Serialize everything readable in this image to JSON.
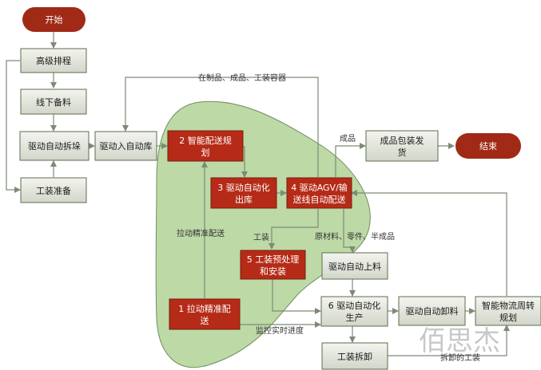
{
  "colors": {
    "terminal": "#a02a15",
    "red_node": "#b52b17",
    "gray_node_top": "#f2f3ee",
    "gray_node_bottom": "#d5d8cc",
    "gray_border": "#5b6e4f",
    "blob_fill": "#bcd9a6",
    "blob_stroke": "#6f8f5e",
    "arrow": "#7d8a75"
  },
  "nodes": {
    "start": "开始",
    "end": "结束",
    "advanced_scheduling": "高级排程",
    "offline_kitting": "线下备料",
    "auto_unstack": "驱动自动拆垛",
    "tooling_prep": "工装准备",
    "auto_warehouse_in": "驱动入自动库",
    "smart_delivery_plan": [
      "2 智能配送规",
      "划"
    ],
    "auto_outbound": [
      "3 驱动自动化",
      "出库"
    ],
    "agv_delivery": [
      "4 驱动AGV/输",
      "送线自动配送"
    ],
    "finished_packing": [
      "成品包装发",
      "货"
    ],
    "tooling_preprocess": [
      "5 工装预处理",
      "和安装"
    ],
    "auto_loading": "驱动自动上料",
    "pull_delivery": [
      "1 拉动精准配",
      "送"
    ],
    "auto_production": [
      "6 驱动自动化",
      "生产"
    ],
    "auto_unloading": "驱动自动卸料",
    "smart_turnover_plan": [
      "智能物流周转",
      "规划"
    ],
    "tooling_disassembly": "工装拆卸"
  },
  "labels": {
    "wip_containers": "在制品、成品、工装容器",
    "finished_product": "成品",
    "pull_delivery_label": "拉动精准配送",
    "tooling": "工装",
    "materials": "原材料、零件、半成品",
    "monitor_progress": "监控实时进度",
    "dismantled_tooling": "拆卸的工装"
  },
  "watermark": "佰思杰"
}
